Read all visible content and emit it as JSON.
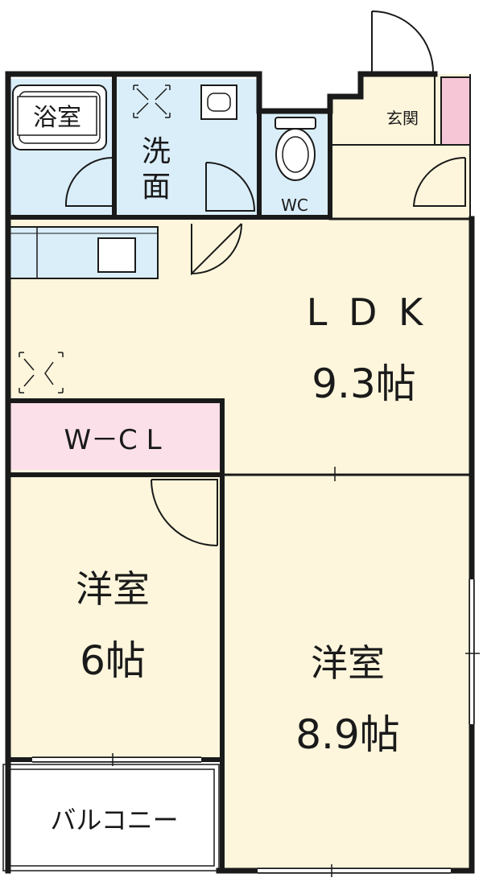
{
  "rooms": {
    "bath": "浴室",
    "washroom_line1": "洗",
    "washroom_line2": "面",
    "wc": "WC",
    "entrance": "玄関",
    "ldk_name": "L D K",
    "ldk_size": "9.3帖",
    "wcl": "W－C L",
    "western_small_name": "洋室",
    "western_small_size": "6帖",
    "western_large_name": "洋室",
    "western_large_size": "8.9帖",
    "balcony": "バルコニー"
  },
  "colors": {
    "wall": "#1a1a1a",
    "wet_area": "#daeefa",
    "living": "#fdf6dc",
    "closet": "#fbe0ea",
    "entrance_pink": "#f6c6d6",
    "balcony": "#ffffff"
  },
  "icons": [
    "ventilation-fan-icon",
    "sink-icon",
    "toilet-icon",
    "kitchen-sink-icon",
    "door-swing-icon"
  ]
}
